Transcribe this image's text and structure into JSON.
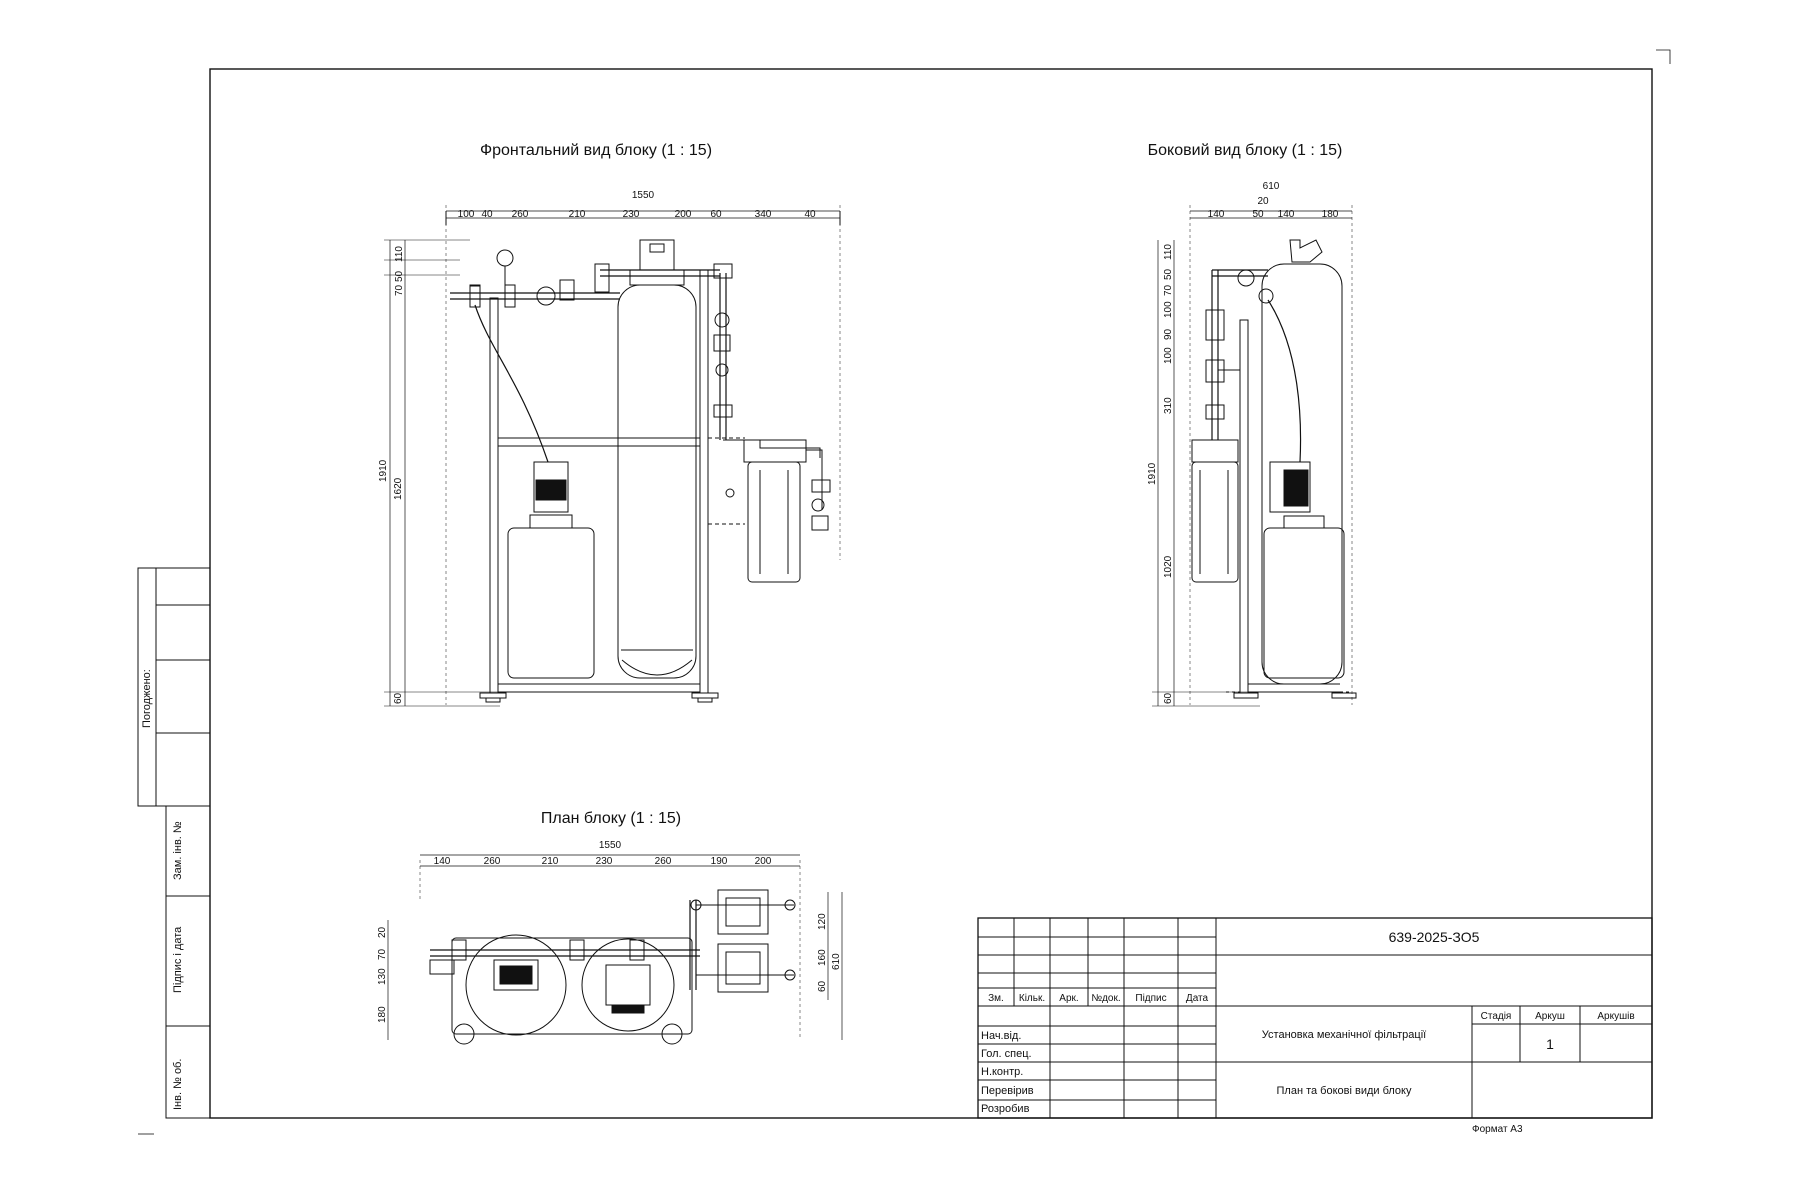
{
  "views": {
    "front": {
      "title": "Фронтальний вид блоку (1 : 15)",
      "overall_width": "1550",
      "widths": [
        "100",
        "40",
        "260",
        "210",
        "230",
        "200",
        "60",
        "340",
        "40"
      ],
      "heights_top": [
        "110",
        "50",
        "70"
      ],
      "height_total": "1910",
      "height_frame": "1620",
      "height_foot": "60"
    },
    "side": {
      "title": "Боковий вид блоку (1 : 15)",
      "overall_width": "610",
      "width_small": "20",
      "widths": [
        "140",
        "50",
        "140",
        "180"
      ],
      "heights": [
        "110",
        "50",
        "70",
        "100",
        "90",
        "100",
        "310"
      ],
      "height_total": "1910",
      "height_lower": "1020",
      "height_foot": "60"
    },
    "plan": {
      "title": "План блоку (1 : 15)",
      "overall_width": "1550",
      "widths": [
        "140",
        "260",
        "210",
        "230",
        "260",
        "190",
        "200"
      ],
      "depths_left": [
        "20",
        "70",
        "130",
        "180"
      ],
      "depths_right": [
        "120",
        "160",
        "60"
      ],
      "depth_total": "610"
    }
  },
  "side_stamp": {
    "agreed": "Погоджено:",
    "inv_no_change": "Зам. інв. №",
    "sign_date": "Підпис і дата",
    "inv_no_orig": "Інв. № об."
  },
  "title_block": {
    "doc_code": "639-2025-ЗО5",
    "col_headers": [
      "Зм.",
      "Кільк.",
      "Арк.",
      "№док.",
      "Підпис",
      "Дата"
    ],
    "roles": [
      "Нач.від.",
      "Гол. спец.",
      "Н.контр.",
      "Перевірив",
      "Розробив"
    ],
    "project_name": "Установка механічної фільтрації",
    "sheet_name": "План та бокові види блоку",
    "stage_label": "Стадія",
    "sheet_label": "Аркуш",
    "sheets_label": "Аркушів",
    "sheet_number": "1",
    "format": "Формат А3"
  }
}
